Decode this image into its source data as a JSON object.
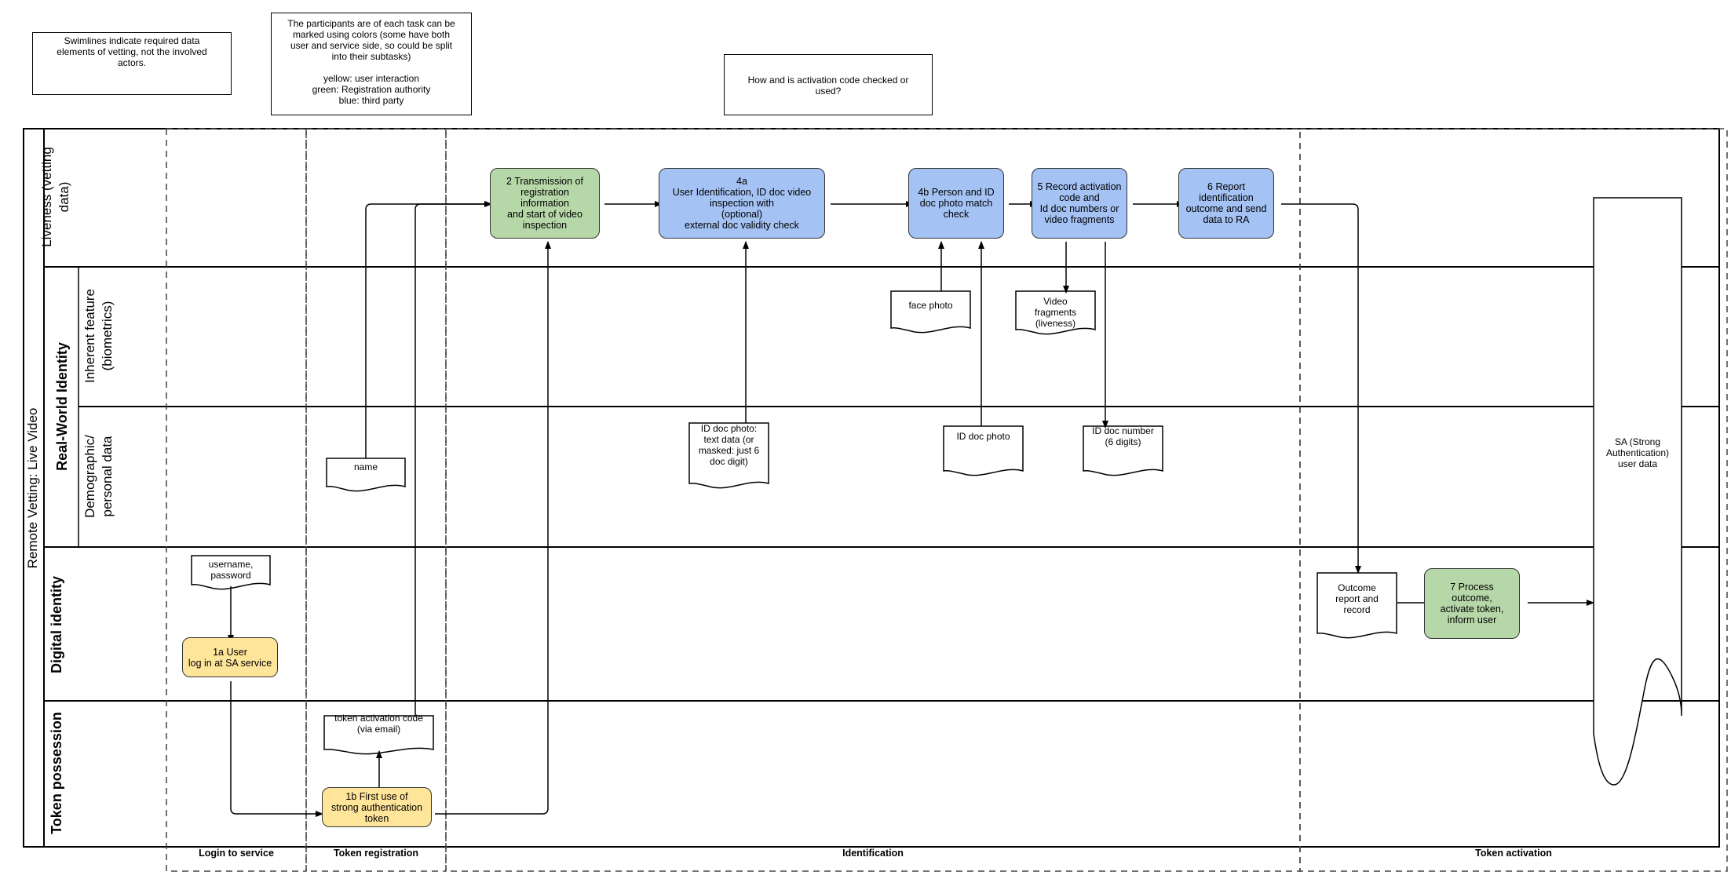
{
  "colors": {
    "user_yellow": "#ffe599",
    "ra_green": "#b6d7a8",
    "third_party_blue": "#a4c2f4"
  },
  "notes": {
    "swimlines": "Swimlines indicate required data\nelements of vetting, not the involved\nactors.",
    "participants": "The participants are of each task can be\nmarked using colors (some have both\nuser and service side, so could be split\ninto their subtasks)\n\nyellow: user interaction\ngreen:  Registration authority\nblue: third party",
    "activation_question": "How and is activation code checked or\nused?"
  },
  "pool": {
    "title": "Remote Vetting: Live Video"
  },
  "lanes": {
    "real_world_identity": "Real-World Identity",
    "liveness": "Liveness (vetting\ndata)",
    "inherent": "Inherent feature\n(biometrics)",
    "demographic": "Demographic/\npersonal data",
    "digital_identity": "Digital identity",
    "token_possession": "Token possession"
  },
  "tasks": {
    "t1a": "1a User\nlog in at SA service",
    "t1b": "1b First use of\nstrong authentication\ntoken",
    "t2": "2 Transmission of\nregistration information\nand start of video\ninspection",
    "t4a": "4a\nUser Identification, ID doc video\ninspection with\n(optional)\nexternal doc validity check",
    "t4b": "4b Person and ID\ndoc photo match\ncheck",
    "t5": "5 Record activation\ncode and\nId doc numbers or\nvideo fragments",
    "t6": "6 Report\nidentification\noutcome and send\ndata to RA",
    "t7": "7 Process outcome,\nactivate token,\ninform user"
  },
  "documents": {
    "username_password": "username,\npassword",
    "token_activation_code": "token activation code\n(via email)",
    "name": "name",
    "id_doc_photo_text": "ID doc photo:\ntext data (or\nmasked: just 6\ndoc digit)",
    "face_photo": "face photo",
    "id_doc_photo": "ID doc photo",
    "video_fragments": "Video\nfragments\n(liveness)",
    "id_doc_number": "ID doc number\n(6 digits)",
    "outcome_report": "Outcome\nreport and\nrecord"
  },
  "datastore": {
    "sa_user_data": "SA (Strong\nAuthentication)\nuser data"
  },
  "phases": {
    "login": "Login to service",
    "token_registration": "Token registration",
    "identification": "Identification",
    "token_activation": "Token activation"
  }
}
